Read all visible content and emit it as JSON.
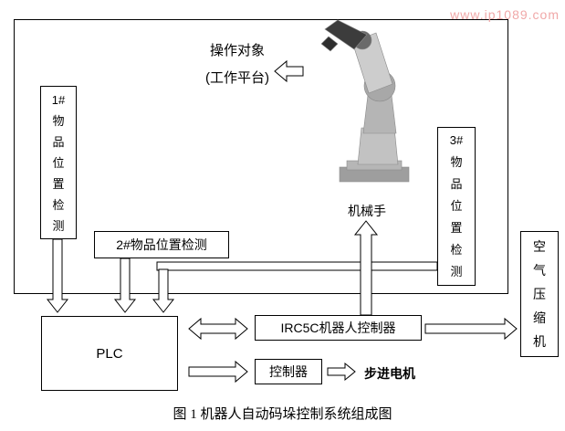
{
  "watermark": {
    "text": "www.ip1089.com",
    "color": "#f0a8a8"
  },
  "caption": "图 1 机器人自动码垛控制系统组成图",
  "platform": {
    "title": "操作对象",
    "subtitle": "(工作平台)"
  },
  "boxes": {
    "sensor1": "1#物品位置检测",
    "sensor2": "2#物品位置检测",
    "sensor3": "3#物品位置检测",
    "compressor": "空气压缩机",
    "plc": "PLC",
    "irc5c": "IRC5C机器人控制器",
    "controller": "控制器"
  },
  "labels": {
    "robot": "机械手",
    "stepper": "步进电机"
  },
  "icons": {
    "arrows": "hollow-outline-arrow",
    "robot": "robot-arm-illustration"
  },
  "colors": {
    "line": "#000000",
    "arrow_fill": "#ffffff",
    "robot_body": "#c2c2c2",
    "robot_dark": "#3c3c3c"
  }
}
